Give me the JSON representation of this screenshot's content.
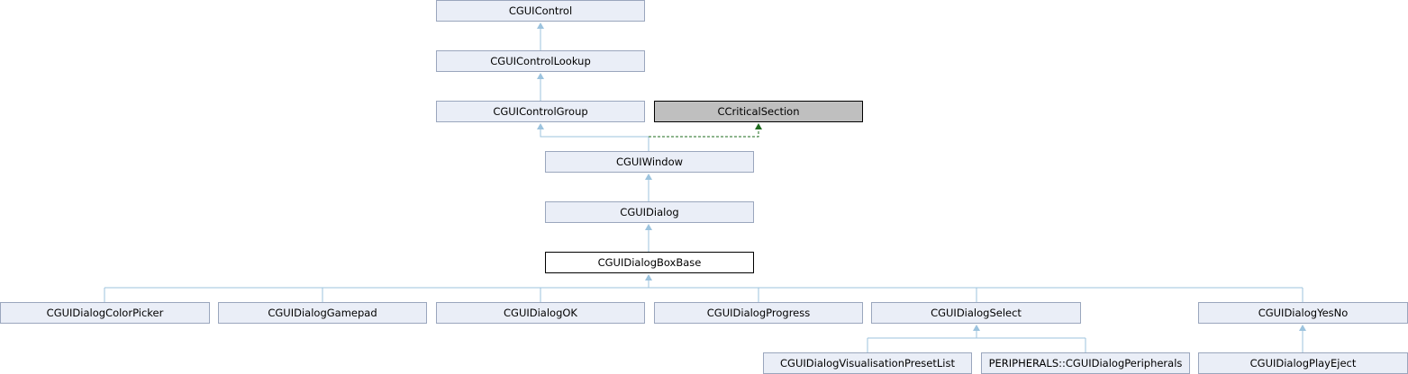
{
  "diagram": {
    "nodes": [
      {
        "id": "control",
        "label": "CGUIControl",
        "kind": "normal"
      },
      {
        "id": "lookup",
        "label": "CGUIControlLookup",
        "kind": "normal"
      },
      {
        "id": "group",
        "label": "CGUIControlGroup",
        "kind": "normal"
      },
      {
        "id": "critical",
        "label": "CCriticalSection",
        "kind": "external"
      },
      {
        "id": "window",
        "label": "CGUIWindow",
        "kind": "normal"
      },
      {
        "id": "dialog",
        "label": "CGUIDialog",
        "kind": "normal"
      },
      {
        "id": "boxbase",
        "label": "CGUIDialogBoxBase",
        "kind": "current"
      },
      {
        "id": "colorpicker",
        "label": "CGUIDialogColorPicker",
        "kind": "normal"
      },
      {
        "id": "gamepad",
        "label": "CGUIDialogGamepad",
        "kind": "normal"
      },
      {
        "id": "ok",
        "label": "CGUIDialogOK",
        "kind": "normal"
      },
      {
        "id": "progress",
        "label": "CGUIDialogProgress",
        "kind": "normal"
      },
      {
        "id": "select",
        "label": "CGUIDialogSelect",
        "kind": "normal"
      },
      {
        "id": "yesno",
        "label": "CGUIDialogYesNo",
        "kind": "normal"
      },
      {
        "id": "vispreset",
        "label": "CGUIDialogVisualisationPresetList",
        "kind": "normal"
      },
      {
        "id": "peripherals",
        "label": "PERIPHERALS::CGUIDialogPeripherals",
        "kind": "normal"
      },
      {
        "id": "playeject",
        "label": "CGUIDialogPlayEject",
        "kind": "normal"
      }
    ],
    "edges": [
      {
        "from": "lookup",
        "to": "control",
        "type": "public"
      },
      {
        "from": "group",
        "to": "lookup",
        "type": "public"
      },
      {
        "from": "window",
        "to": "group",
        "type": "public"
      },
      {
        "from": "window",
        "to": "critical",
        "type": "protected"
      },
      {
        "from": "dialog",
        "to": "window",
        "type": "public"
      },
      {
        "from": "boxbase",
        "to": "dialog",
        "type": "public"
      },
      {
        "from": "colorpicker",
        "to": "boxbase",
        "type": "public"
      },
      {
        "from": "gamepad",
        "to": "boxbase",
        "type": "public"
      },
      {
        "from": "ok",
        "to": "boxbase",
        "type": "public"
      },
      {
        "from": "progress",
        "to": "boxbase",
        "type": "public"
      },
      {
        "from": "select",
        "to": "boxbase",
        "type": "public"
      },
      {
        "from": "yesno",
        "to": "boxbase",
        "type": "public"
      },
      {
        "from": "vispreset",
        "to": "select",
        "type": "public"
      },
      {
        "from": "peripherals",
        "to": "select",
        "type": "public"
      },
      {
        "from": "playeject",
        "to": "yesno",
        "type": "public"
      }
    ],
    "colors": {
      "node_fill": "#eaeef7",
      "node_border": "#9aa6bd",
      "current_fill": "#ffffff",
      "current_border": "#000000",
      "external_fill": "#bfbfbf",
      "public_edge": "#9cc3de",
      "protected_edge": "#1e6b1e"
    }
  }
}
